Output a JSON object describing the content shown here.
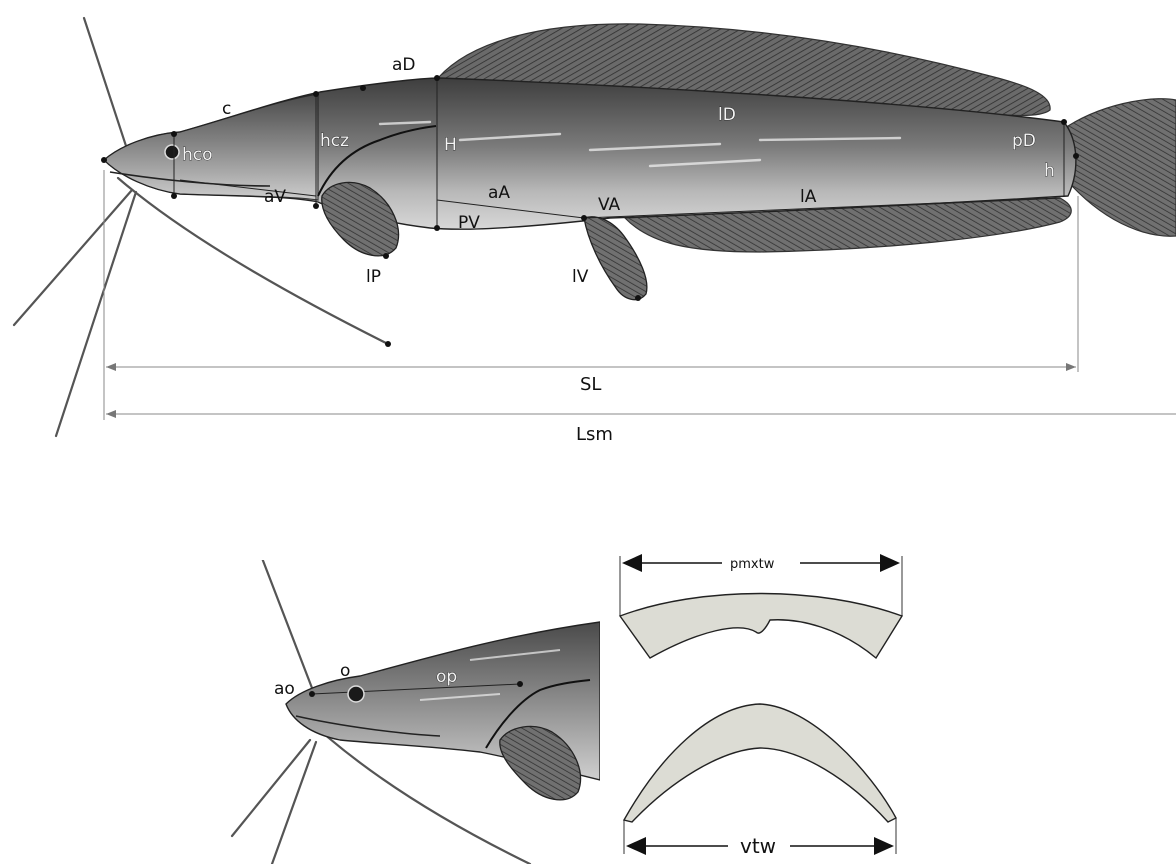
{
  "main_figure": {
    "labels": {
      "c": "c",
      "aD": "aD",
      "hco": "hco",
      "hcz": "hcz",
      "H": "H",
      "lD": "lD",
      "pD": "pD",
      "h": "h",
      "aV": "aV",
      "aA": "aA",
      "PV": "PV",
      "VA": "VA",
      "lA": "lA",
      "lP": "lP",
      "lV": "lV"
    },
    "measurements": {
      "SL": "SL",
      "Lsm": "Lsm"
    }
  },
  "head_detail": {
    "labels": {
      "ao": "ao",
      "o": "o",
      "op": "op"
    }
  },
  "tooth_plates": {
    "premaxillary": {
      "label": "pmxtw"
    },
    "vomerine": {
      "label": "vtw"
    },
    "fill_color": "#dcdcd4"
  },
  "colors": {
    "body_dark": "#4a4a4a",
    "body_light": "#bdbdbd",
    "fin": "#5a5a5a",
    "line": "#888888"
  }
}
